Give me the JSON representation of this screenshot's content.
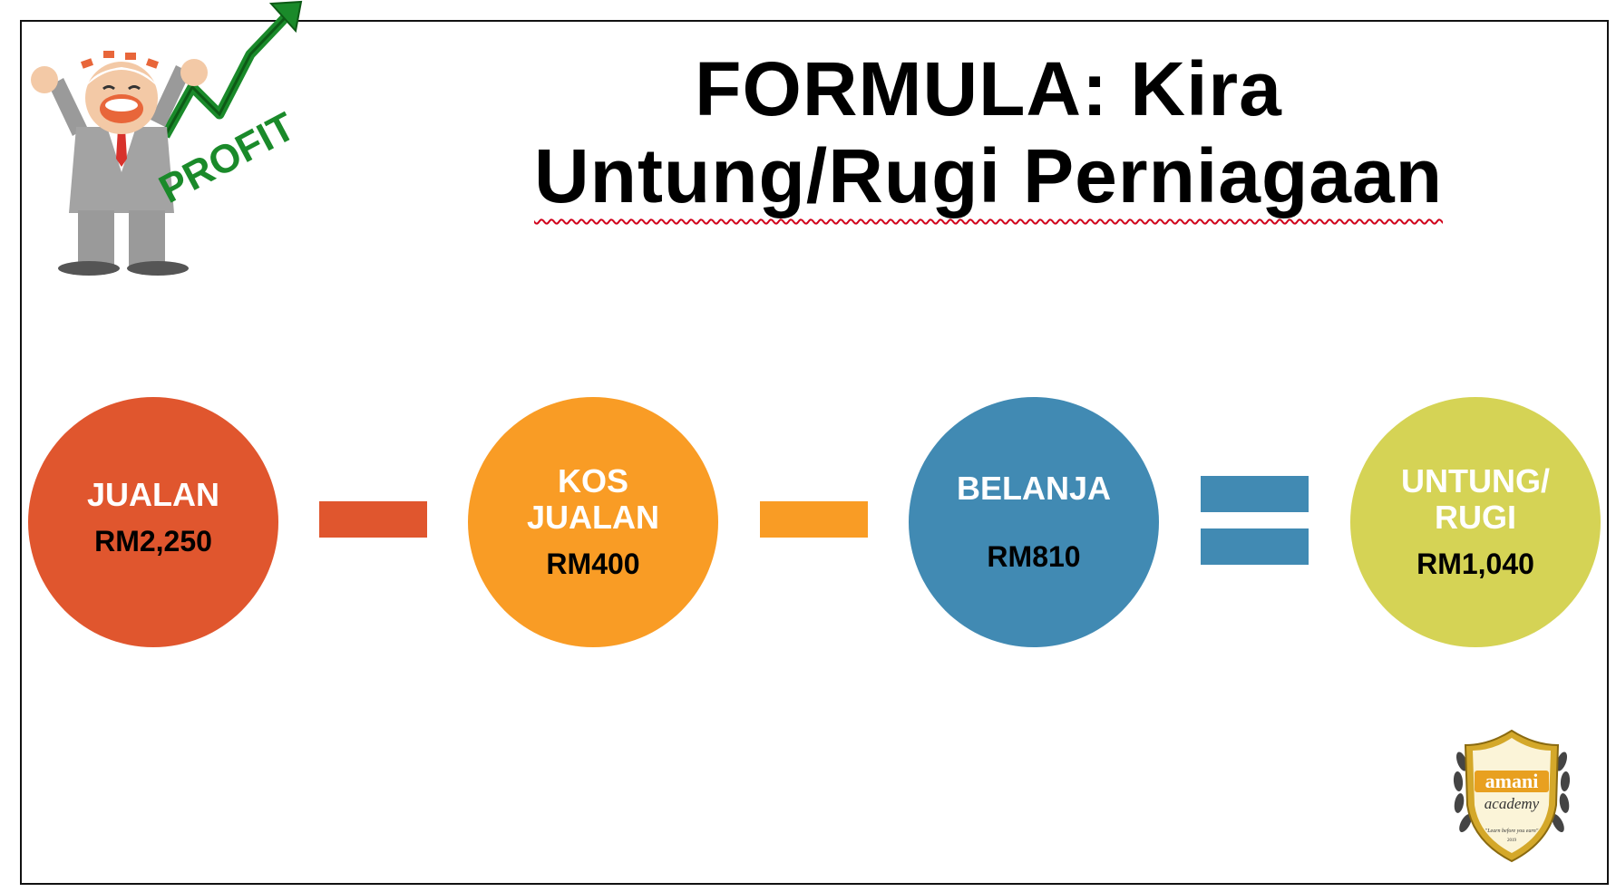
{
  "title": {
    "line1": "FORMULA: Kira",
    "line2": "Untung/Rugi Perniagaan"
  },
  "illustration": {
    "profit_text": "PROFIT"
  },
  "formula": {
    "terms": [
      {
        "label": "JUALAN",
        "value": "RM2,250",
        "color": "#e0562e"
      },
      {
        "label": "KOS\nJUALAN",
        "value": "RM400",
        "color": "#f99c25"
      },
      {
        "label": "BELANJA",
        "value": "RM810",
        "color": "#418ab3"
      },
      {
        "label": "UNTUNG/\nRUGI",
        "value": "RM1,040",
        "color": "#d5d355"
      }
    ],
    "operators": [
      "minus",
      "minus",
      "equals"
    ]
  },
  "logo": {
    "brand": "amani",
    "sub": "academy",
    "tagline": "\"Learn before you earn\"",
    "year": "2019"
  }
}
